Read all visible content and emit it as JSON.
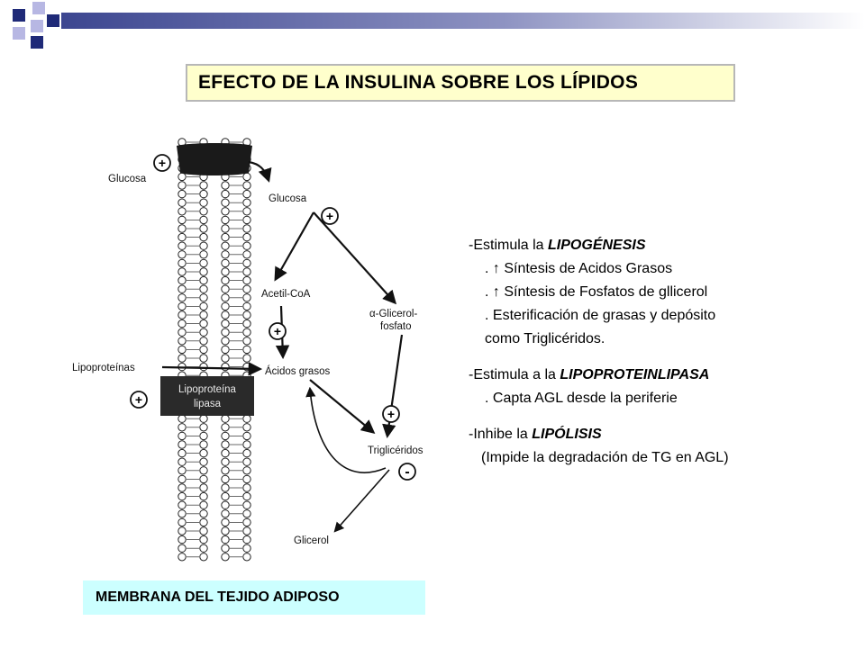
{
  "title": "EFECTO DE LA INSULINA SOBRE LOS LÍPIDOS",
  "caption": "MEMBRANA DEL TEJIDO ADIPOSO",
  "diagram": {
    "labels": {
      "glucosa_out": "Glucosa",
      "glucosa_in": "Glucosa",
      "acetil": "Acetil-CoA",
      "glicerol_fosfato_1": "α-Glicerol-",
      "glicerol_fosfato_2": "fosfato",
      "lipoproteinas": "Lipoproteínas",
      "acidos": "Ácidos grasos",
      "lipo_box_1": "Lipoproteína",
      "lipo_box_2": "lipasa",
      "trigliceridos": "Triglicéridos",
      "glicerol": "Glicerol"
    },
    "signs": {
      "plus": "+",
      "minus": "-"
    }
  },
  "notes": {
    "s1_prefix": "-Estimula la ",
    "s1_term": "LIPOGÉNESIS",
    "s1_b1": ". ↑  Síntesis de Acidos Grasos",
    "s1_b2": ". ↑ Síntesis de Fosfatos de gllicerol",
    "s1_b3": ". Esterificación de grasas y depósito",
    "s1_b4": "  como Triglicéridos.",
    "s2_prefix": "-Estimula a la ",
    "s2_term": "LIPOPROTEINLIPASA",
    "s2_b1": "  . Capta AGL desde la periferie",
    "s3_prefix": "-Inhibe la ",
    "s3_term": "LIPÓLISIS",
    "s3_b1": "(Impide la degradación de TG en AGL)"
  },
  "colors": {
    "title_bg": "#ffffcc",
    "caption_bg": "#ccffff",
    "deco_navy": "#1f2a78",
    "deco_lilac": "#b7b7e3"
  }
}
